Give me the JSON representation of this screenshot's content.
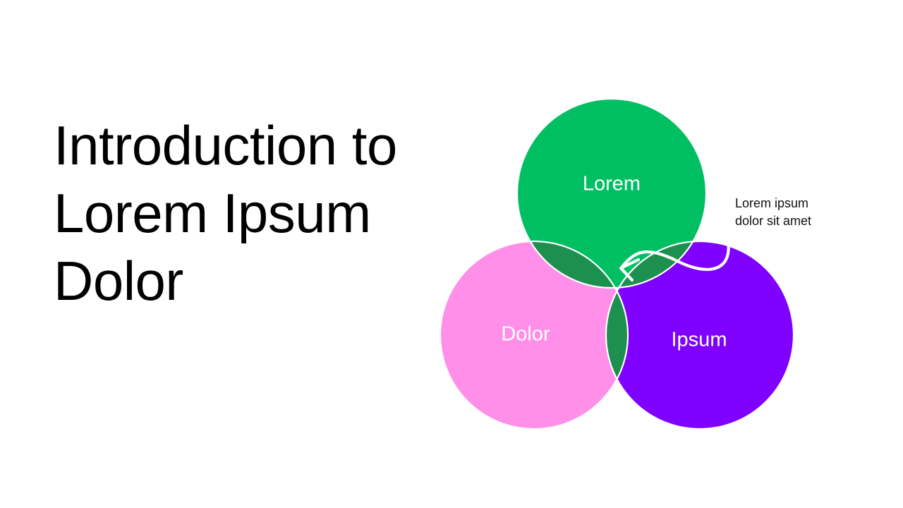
{
  "slide": {
    "background_color": "#ffffff",
    "title": "Introduction to\nLorem Ipsum\nDolor",
    "title_color": "#000000"
  },
  "venn": {
    "caption": "Lorem ipsum\ndolor sit amet",
    "caption_color": "#111111",
    "outline_color": "#ffffff",
    "center_intersection_color": "#000000",
    "pairwise_overlap_color": "#1d8f4f",
    "arrow": {
      "name": "curved-arrow",
      "color": "#ffffff",
      "points_to": "center-intersection"
    },
    "circles": [
      {
        "key": "lorem",
        "label": "Lorem",
        "color": "#00bf63",
        "label_color": "#ffffff"
      },
      {
        "key": "dolor",
        "label": "Dolor",
        "color": "#ff8fe8",
        "label_color": "#ffffff"
      },
      {
        "key": "ipsum",
        "label": "Ipsum",
        "color": "#8000ff",
        "label_color": "#ffffff"
      }
    ]
  }
}
